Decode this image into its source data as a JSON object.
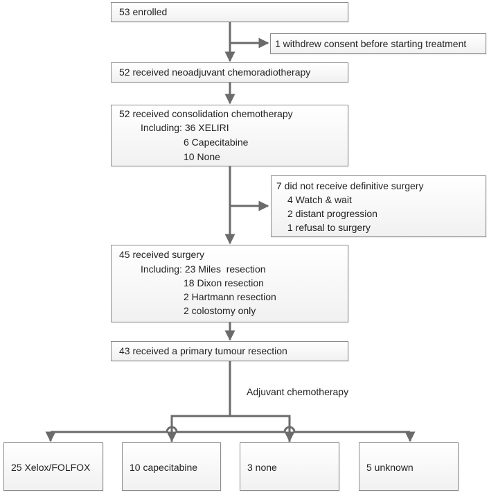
{
  "flow": {
    "enrolled": "53 enrolled",
    "withdrew": "1 withdrew consent before starting treatment",
    "neoadjuvant": "52 received neoadjuvant chemoradiotherapy",
    "consolidation": {
      "title": "52 received consolidation chemotherapy",
      "lines": [
        "Including: 36 XELIRI",
        "6 Capecitabine",
        "10 None"
      ]
    },
    "no_surgery": {
      "title": "7 did not receive definitive surgery",
      "lines": [
        "4 Watch & wait",
        "2 distant progression",
        "1 refusal to surgery"
      ]
    },
    "surgery": {
      "title": "45 received surgery",
      "lines": [
        "Including: 23 Miles  resection",
        "18 Dixon resection",
        "2 Hartmann resection",
        "2 colostomy only"
      ]
    },
    "primary_resection": "43 received a primary tumour resection",
    "adjuvant_label": "Adjuvant chemotherapy",
    "outcomes": [
      "25 Xelox/FOLFOX",
      "10 capecitabine",
      "3 none",
      "5 unknown"
    ]
  },
  "colors": {
    "line": "#6b6b6b",
    "border": "#8a8a8a"
  }
}
